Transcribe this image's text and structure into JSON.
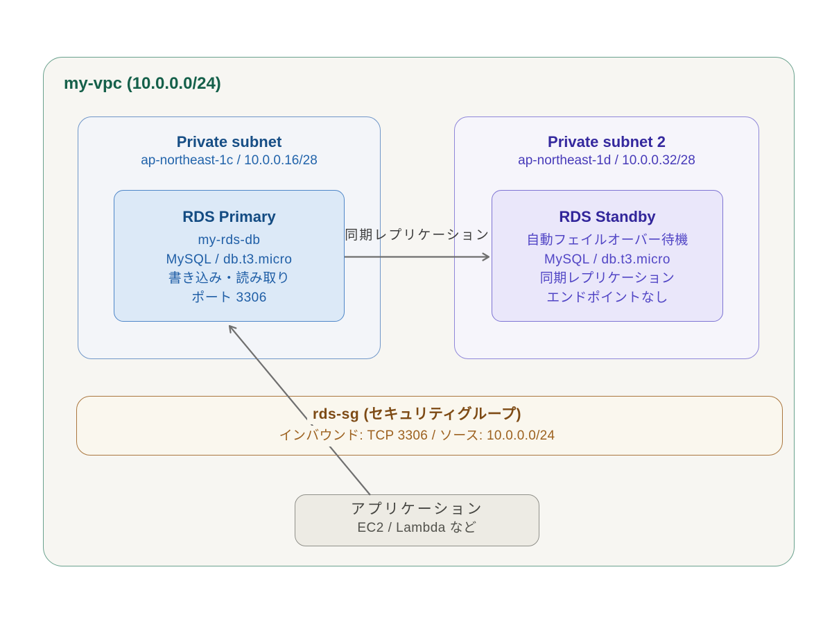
{
  "vpc": {
    "title": "my-vpc (10.0.0.0/24)"
  },
  "subnet1": {
    "title": "Private subnet",
    "subtitle": "ap-northeast-1c / 10.0.0.16/28"
  },
  "rds_primary": {
    "title": "RDS Primary",
    "lines": [
      "my-rds-db",
      "MySQL / db.t3.micro",
      "書き込み・読み取り",
      "ポート 3306"
    ]
  },
  "subnet2": {
    "title": "Private subnet 2",
    "subtitle": "ap-northeast-1d / 10.0.0.32/28"
  },
  "rds_standby": {
    "title": "RDS Standby",
    "lines": [
      "自動フェイルオーバー待機",
      "MySQL / db.t3.micro",
      "同期レプリケーション",
      "エンドポイントなし"
    ]
  },
  "replication_arrow": {
    "label": "同期レプリケーション"
  },
  "security_group": {
    "title": "rds-sg (セキュリティグループ)",
    "subtitle": "インバウンド: TCP 3306 / ソース: 10.0.0.0/24"
  },
  "application": {
    "title": "アプリケーション",
    "subtitle": "EC2 / Lambda など"
  },
  "colors": {
    "vpc_border": "#69a18d",
    "vpc_title": "#15604a",
    "subnet_blue_border": "#7096c8",
    "subnet_blue_title": "#174e85",
    "subnet_blue_text": "#2264ab",
    "rds_primary_fill": "#dce9f7",
    "rds_primary_border": "#4e86c8",
    "subnet_purple_border": "#8e86d9",
    "subnet_purple_title": "#35299e",
    "subnet_purple_text": "#473ab9",
    "rds_standby_fill": "#eae7fa",
    "rds_standby_border": "#7e74d3",
    "sg_fill": "#faf7ee",
    "sg_border": "#aa763e",
    "sg_title": "#7d4a14",
    "sg_text": "#9d6220",
    "app_fill": "#edebe4",
    "app_border": "#90908a",
    "app_text": "#454541",
    "arrow": "#6f6f6f"
  }
}
